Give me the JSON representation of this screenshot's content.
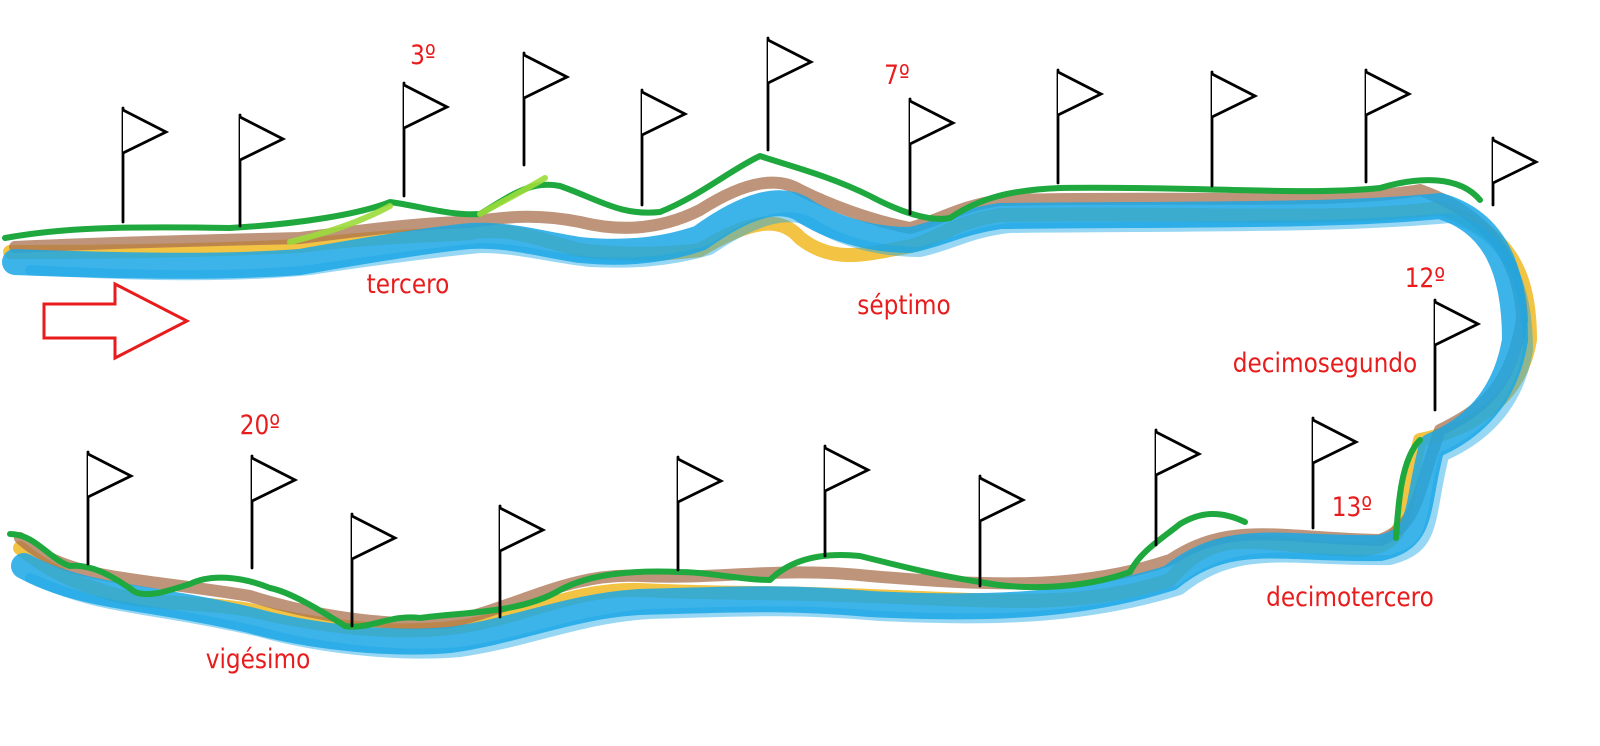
{
  "colors": {
    "water": "#1aa7e6",
    "grass": "#1ea83e",
    "soil": "#a8704e",
    "sand": "#f1b823",
    "light_grass": "#9bdc3a",
    "flag": "#000000",
    "label": "#e81c1c",
    "arrow": "#e81c1c"
  },
  "labels": {
    "third_ordinal": "3º",
    "third_word": "tercero",
    "seventh_ordinal": "7º",
    "seventh_word": "séptimo",
    "twelfth_ordinal": "12º",
    "twelfth_word": "decimosegundo",
    "thirteenth_ordinal": "13º",
    "thirteenth_word": "decimotercero",
    "twentieth_ordinal": "20º",
    "twentieth_word": "vigésimo"
  },
  "icons": {
    "flag": "flag-icon",
    "direction": "arrow-right-icon"
  }
}
